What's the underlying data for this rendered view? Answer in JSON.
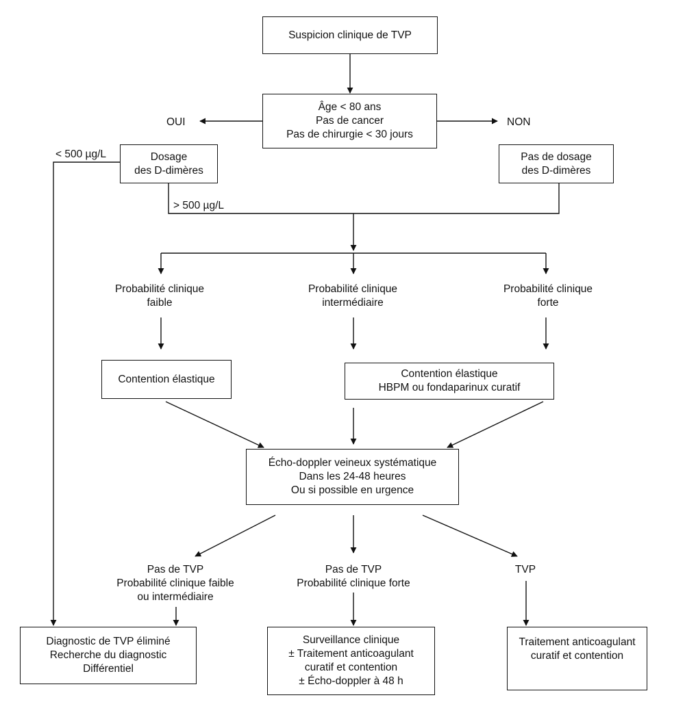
{
  "nodes": {
    "suspicion": [
      "Suspicion clinique de TVP"
    ],
    "criteria": [
      "Âge < 80 ans",
      "Pas de cancer",
      "Pas de chirurgie < 30 jours"
    ],
    "dosage": [
      "Dosage",
      "des D-dimères"
    ],
    "no_dosage": [
      "Pas de dosage",
      "des D-dimères"
    ],
    "contention": [
      "Contention élastique"
    ],
    "contention_hbpm": [
      "Contention élastique",
      "HBPM ou fondaparinux curatif"
    ],
    "echo": [
      "Écho-doppler veineux systématique",
      "Dans les 24-48 heures",
      "Ou si possible en urgence"
    ],
    "eliminated": [
      "Diagnostic de TVP éliminé",
      "Recherche du diagnostic",
      "Différentiel"
    ],
    "surveillance": [
      "Surveillance clinique",
      "± Traitement anticoagulant",
      "curatif et contention",
      "± Écho-doppler à 48 h"
    ],
    "treatment": [
      "Traitement anticoagulant",
      "curatif et contention"
    ]
  },
  "labels": {
    "oui": "OUI",
    "non": "NON",
    "below_500": "< 500 µg/L",
    "above_500": "> 500 µg/L",
    "prob_low": [
      "Probabilité clinique",
      "faible"
    ],
    "prob_mid": [
      "Probabilité clinique",
      "intermédiaire"
    ],
    "prob_high": [
      "Probabilité clinique",
      "forte"
    ],
    "no_tvp_low": [
      "Pas de TVP",
      "Probabilité clinique faible",
      "ou intermédiaire"
    ],
    "no_tvp_high": [
      "Pas de TVP",
      "Probabilité clinique forte"
    ],
    "tvp": "TVP"
  }
}
